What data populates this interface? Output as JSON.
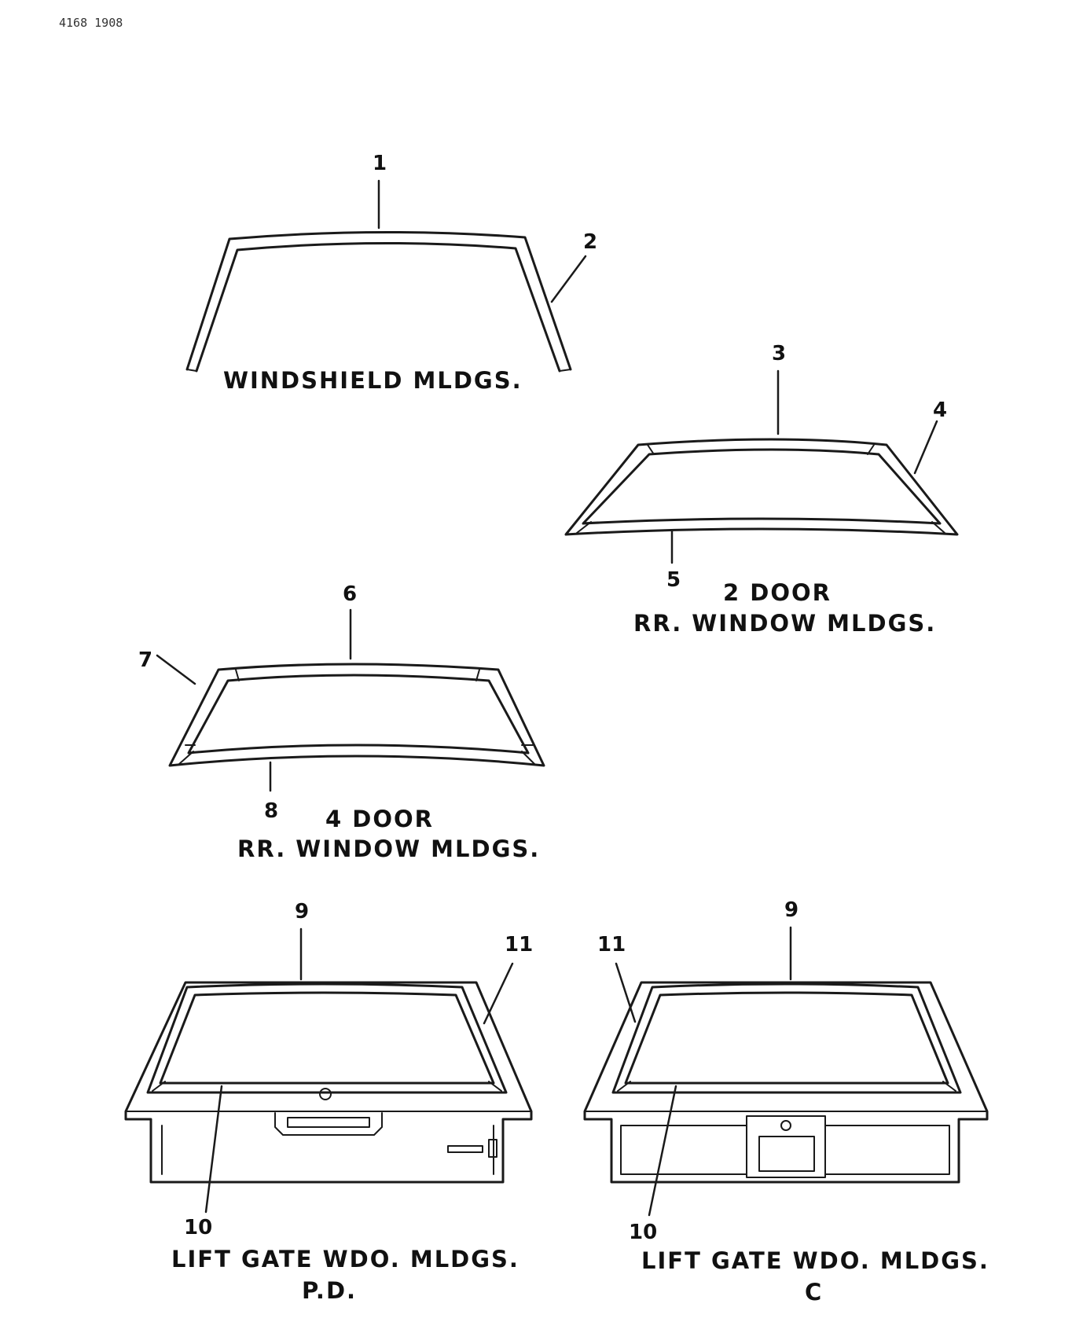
{
  "doc_id": "4168 1908",
  "callouts": {
    "c1": "1",
    "c2": "2",
    "c3": "3",
    "c4": "4",
    "c5": "5",
    "c6": "6",
    "c7": "7",
    "c8": "8",
    "c9a": "9",
    "c10a": "10",
    "c11a": "11",
    "c9b": "9",
    "c10b": "10",
    "c11b": "11"
  },
  "captions": {
    "windshield": "WINDSHIELD MLDGS.",
    "two_door_line1": "2 DOOR",
    "two_door_line2": "RR. WINDOW MLDGS.",
    "four_door_line1": "4 DOOR",
    "four_door_line2": "RR. WINDOW MLDGS.",
    "liftgate_pd_line1": "LIFT GATE WDO. MLDGS.",
    "liftgate_pd_line2": "P.D.",
    "liftgate_c_line1": "LIFT GATE WDO. MLDGS.",
    "liftgate_c_line2": "C"
  }
}
